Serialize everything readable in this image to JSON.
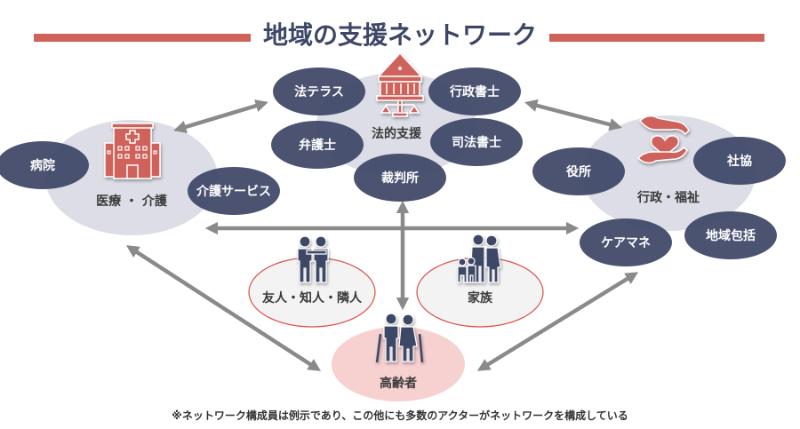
{
  "title": "地域の支援ネットワーク",
  "colors": {
    "accent_red": "#cf635b",
    "navy": "#3d4666",
    "group_gray": "#dcdde6",
    "arrow_gray": "#8a8a8a",
    "elder_pink": "#f7d0d0",
    "circle_outline": "#d9534f"
  },
  "groups": {
    "medical": {
      "label": "医療 ・ 介護",
      "icon": "hospital-icon",
      "members": [
        "病院",
        "介護サービス"
      ]
    },
    "legal": {
      "label": "法的支援",
      "icon": "courthouse-scales-icon",
      "members": [
        "法テラス",
        "行政書士",
        "弁護士",
        "司法書士",
        "裁判所"
      ]
    },
    "welfare": {
      "label": "行政・福祉",
      "icon": "hands-heart-icon",
      "members": [
        "役所",
        "社協",
        "ケアマネ",
        "地域包括"
      ]
    },
    "friends": {
      "label": "友人・知人・隣人",
      "icon": "two-people-icon"
    },
    "family": {
      "label": "家族",
      "icon": "family-icon"
    },
    "elderly": {
      "label": "高齢者",
      "icon": "elderly-couple-icon"
    }
  },
  "footnote": "※ネットワーク構成員は例示であり、この他にも多数のアクターがネットワークを構成している"
}
